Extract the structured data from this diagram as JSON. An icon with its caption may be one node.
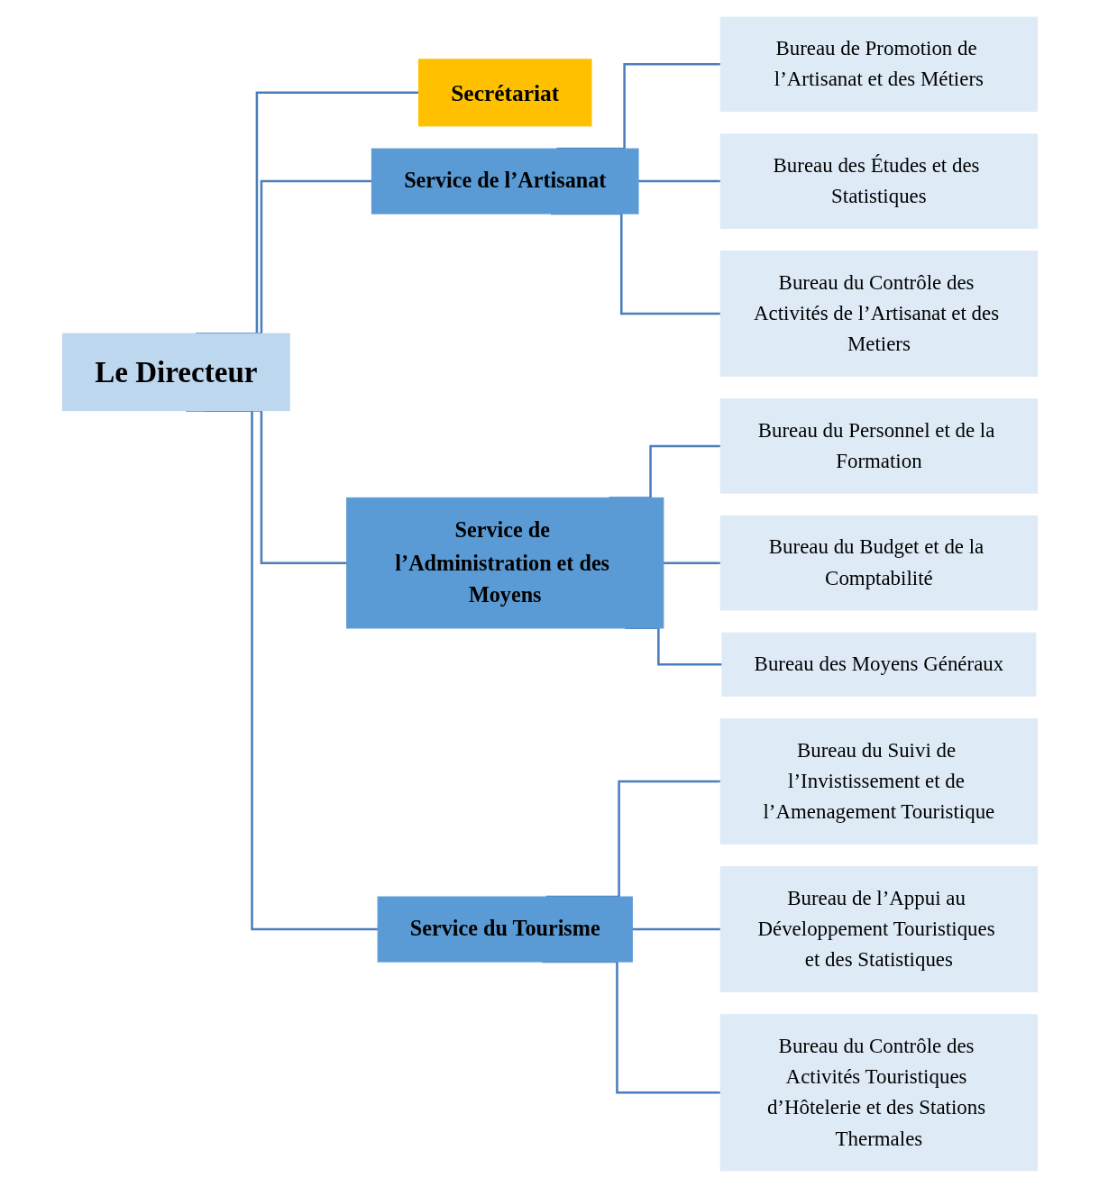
{
  "diagram": {
    "nodes": [
      {
        "text": [
          "Le Directeur"
        ]
      },
      {
        "text": [
          "Secrétariat"
        ]
      },
      {
        "text": [
          "Service de l’Artisanat"
        ]
      },
      {
        "text": [
          "Service de l’Administration et des Moyens"
        ]
      },
      {
        "text": [
          "Service du Tourisme"
        ]
      },
      {
        "text": [
          "Bureau de Promotion de l’Artisanat et des Métiers"
        ]
      },
      {
        "text": [
          "Bureau des Études et des Statistiques"
        ]
      },
      {
        "text": [
          "Bureau du Contrôle des Activités de l’Artisanat et des Metiers"
        ]
      },
      {
        "text": [
          "Bureau du Personnel et de la Formation"
        ]
      },
      {
        "text": [
          "Bureau du Budget et de la Comptabilité"
        ]
      },
      {
        "text": [
          "Bureau des Moyens Généraux"
        ]
      },
      {
        "text": [
          "Bureau du Suivi de l’Invistissement et de l’Amenagement Touristique"
        ]
      },
      {
        "text": [
          "Bureau de l’Appui au Développement Touristiques et des Statistiques"
        ]
      },
      {
        "text": [
          "Bureau du Contrôle des Activités Touristiques d’Hôtelerie et des Stations Thermales"
        ]
      }
    ],
    "edges": [
      {
        "from": 0,
        "to": 1,
        "arrow": "none"
      },
      {
        "from": 0,
        "to": 2,
        "arrow": "none"
      },
      {
        "from": 0,
        "to": 3,
        "arrow": "none"
      },
      {
        "from": 0,
        "to": 4,
        "arrow": "none"
      },
      {
        "from": 2,
        "to": 5,
        "arrow": "none"
      },
      {
        "from": 2,
        "to": 6,
        "arrow": "none"
      },
      {
        "from": 2,
        "to": 7,
        "arrow": "none"
      },
      {
        "from": 3,
        "to": 8,
        "arrow": "none"
      },
      {
        "from": 3,
        "to": 9,
        "arrow": "none"
      },
      {
        "from": 3,
        "to": 10,
        "arrow": "none"
      },
      {
        "from": 4,
        "to": 11,
        "arrow": "none"
      },
      {
        "from": 4,
        "to": 12,
        "arrow": "none"
      },
      {
        "from": 4,
        "to": 13,
        "arrow": "none"
      }
    ]
  }
}
